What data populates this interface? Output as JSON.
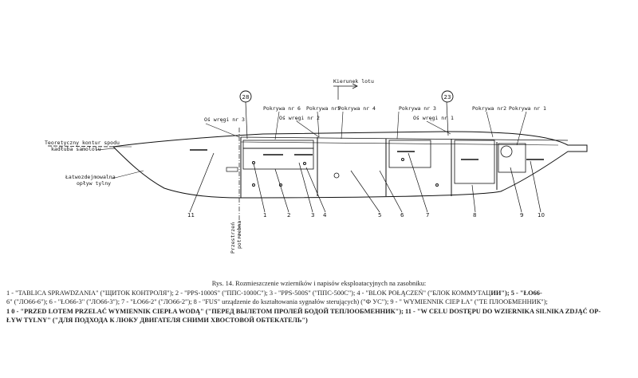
{
  "diagram": {
    "top_labels": {
      "kierunek_lotu": "Kierunek lotu",
      "pokrywa6": "Pokrywa nr 6",
      "pokrywa5": "Pokrywa nr5",
      "pokrywa4": "Pokrywa nr 4",
      "pokrywa3": "Pokrywa nr 3",
      "pokrywa2": "Pokrywa nr2",
      "pokrywa1": "Pokrywa nr 1",
      "os_wregi3": "Oś wręgi nr 3",
      "os_wregi2": "Oś wręgi nr 2",
      "os_wregi1": "Oś wręgi nr 1",
      "circle28": "28",
      "circle23": "23"
    },
    "left_labels": {
      "kontur_line1": "Teoretyczny kontur spodu",
      "kontur_line2": "kadłuba samolotu",
      "oslona_line1": "Łatwozdejmowalna",
      "oslona_line2": "opływ tylny",
      "przestrzen_line1": "Przestrzeń",
      "przestrzen_line2": "potrzebna"
    },
    "numbers": [
      "11",
      "1",
      "2",
      "3",
      "4",
      "5",
      "6",
      "7",
      "8",
      "9",
      "10"
    ]
  },
  "caption": {
    "title": "Rys. 14. Rozmieszczenie wzierników i napisów eksploatacyjnych na zasobniku:",
    "line1_a": "1 - \"TABLICA SPRAWDZANIA\"  (\"ЩИТОК КОНТРОЛЯ\");  2 - \"PPS-1000S\"  (\"ППС-1000С\"); 3 - \"PPS-500S\" (\"ППС-500С\"); 4 - \"BLOK  POŁĄCZEŃ\"  (\"БЛОК КОММУТАЦ",
    "line1_b": "ИИ\"); 5 - \"ŁO66-",
    "line2": "6\" (\"ЛО66-6\"); 6 - \"ŁO66-3\"  (\"ЛО66-3\");  7 - \"ŁO66-2\" (\"ЛО66-2\");  8 - \"FUS\" urządzenie do kształtowania  sygnałów sterujących) (\"Ф  УС\"); 9 - \" WYMIENNIK CIEP ŁA\"  (\"ТЕ ПЛООБМЕННИК\");",
    "line3": "1 0 - \"PRZED LOTEM PRZELAĆ WYMIENNIK CIEPŁA WODĄ\" (\"ПЕРЕД ВЫЛЕТОМ ПРОЛЕЙ БОДОЙ ТЕПЛООБМЕННИК\"); 11 - \"W CELU DOSTĘPU DO WZIERNIKA SILNIKA ZDJĄĆ OP-",
    "line4": "ŁYW TYLNY\" (\"ДЛЯ ПОДХОДА К ЛЮКУ ДВИГАТЕЛЯ СНИМИ ХВОСТОВОЙ ОБТЕКАТЕЛЬ\")"
  }
}
